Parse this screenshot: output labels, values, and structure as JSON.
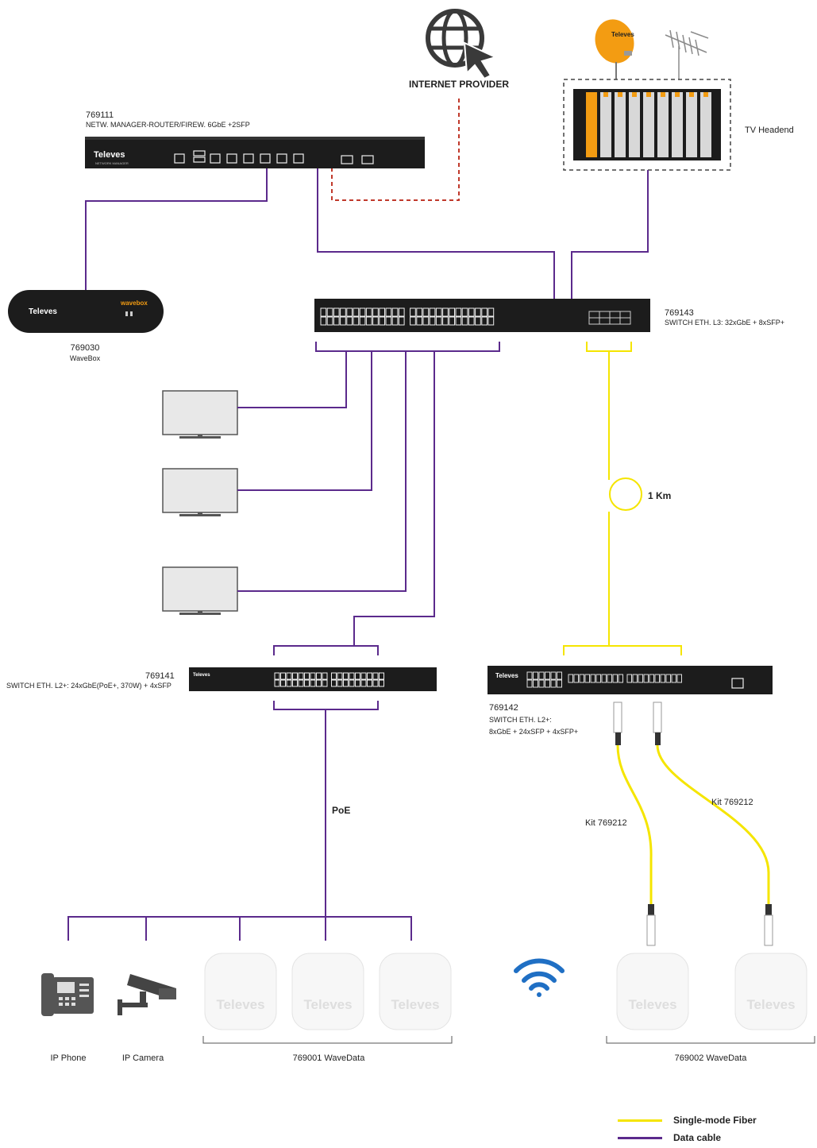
{
  "colors": {
    "fiber": "#f5e500",
    "data_cable": "#5b2a8c",
    "internet": "#c0392b",
    "device_black": "#1c1c1c",
    "tv_gray": "#e8e8e8",
    "orange": "#f39c12",
    "wifi_blue": "#1f6fc4"
  },
  "icons": [
    "globe-cursor-icon",
    "satellite-dish-icon",
    "terrestrial-antenna-icon",
    "tv-monitor-icon",
    "ip-phone-icon",
    "ip-camera-icon",
    "wifi-icon",
    "fiber-loop-icon",
    "access-point-icon"
  ],
  "internet": {
    "label": "INTERNET PROVIDER"
  },
  "headend": {
    "label": "TV Headend"
  },
  "router": {
    "code": "769111",
    "desc": "NETW. MANAGER-ROUTER/FIREW. 6GbE +2SFP",
    "brand": "Televes",
    "subtitle": "NETWORK MANAGER"
  },
  "wavebox": {
    "code": "769030",
    "name": "WaveBox",
    "brand": "Televes",
    "badge": "wavebox"
  },
  "core_switch": {
    "code": "769143",
    "desc": "SWITCH ETH. L3: 32xGbE + 8xSFP+"
  },
  "fiber_run": {
    "distance": "1 Km"
  },
  "poe_switch": {
    "code": "769141",
    "desc": "SWITCH ETH. L2+: 24xGbE(PoE+, 370W) + 4xSFP",
    "brand": "Televes"
  },
  "fiber_switch": {
    "code": "769142",
    "desc_line1": "SWITCH ETH. L2+:",
    "desc_line2": "8xGbE + 24xSFP + 4xSFP+",
    "brand": "Televes"
  },
  "poe_label": "PoE",
  "kits": {
    "left": "Kit 769212",
    "right": "Kit 769212"
  },
  "endpoints": {
    "ip_phone": "IP Phone",
    "ip_camera": "IP Camera",
    "wavedata_1": "769001   WaveData",
    "wavedata_2": "769002  WaveData",
    "ap_brand": "Televes"
  },
  "legend": {
    "fiber": "Single-mode Fiber",
    "data": "Data cable"
  }
}
